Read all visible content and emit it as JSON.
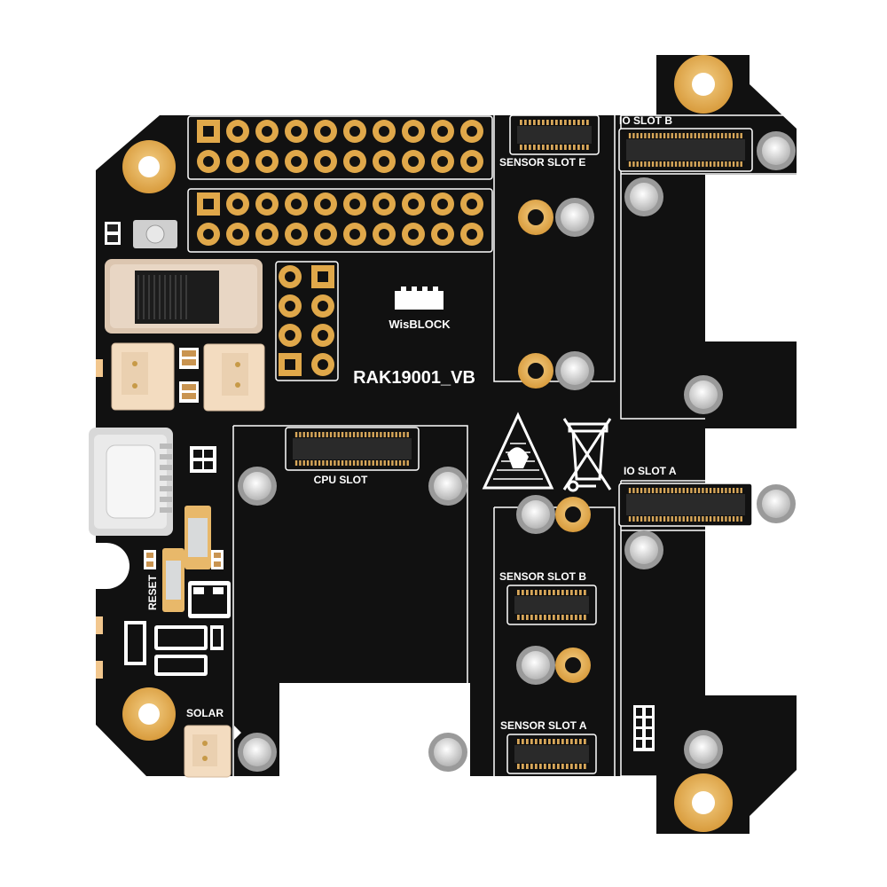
{
  "board": {
    "name": "RAK19001_VB",
    "logo": "WisBLOCK"
  },
  "slots": {
    "cpu": "CPU SLOT",
    "io_a": "IO SLOT A",
    "io_b": "IO SLOT B",
    "sensor_a": "SENSOR SLOT A",
    "sensor_b": "SENSOR SLOT B",
    "sensor_e": "SENSOR SLOT E"
  },
  "labels": {
    "reset": "RESET",
    "solar": "SOLAR"
  },
  "colors": {
    "pcb": "#111111",
    "silkscreen": "#ffffff",
    "gold_pad": "#e0a84a",
    "connector_body": "#2a2a2a",
    "jst_connector": "#f3dcc0",
    "switch_housing": "#dcc6b0"
  },
  "icons": [
    "esd-warning-icon",
    "weee-recycle-bin-icon"
  ]
}
